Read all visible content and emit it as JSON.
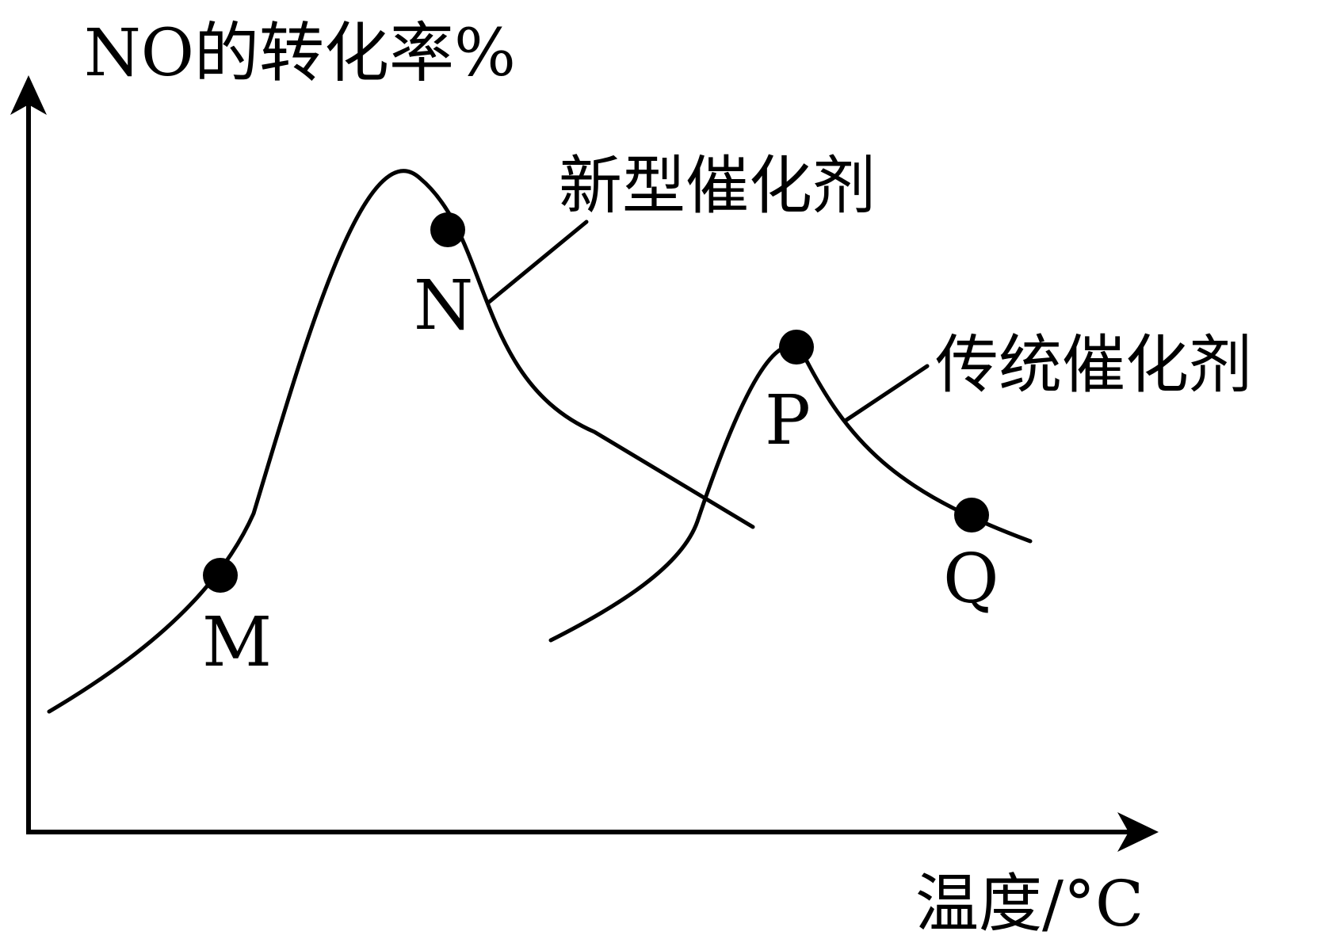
{
  "chart_data": {
    "type": "line",
    "ylabel": "NO的转化率%",
    "xlabel": "温度/°C",
    "grid": false,
    "series": [
      {
        "name": "新型催化剂",
        "color": "#000000"
      },
      {
        "name": "传统催化剂",
        "color": "#000000"
      }
    ],
    "points": [
      {
        "label": "M",
        "series": "新型催化剂"
      },
      {
        "label": "N",
        "series": "新型催化剂"
      },
      {
        "label": "P",
        "series": "传统催化剂"
      },
      {
        "label": "Q",
        "series": "传统催化剂"
      }
    ]
  }
}
